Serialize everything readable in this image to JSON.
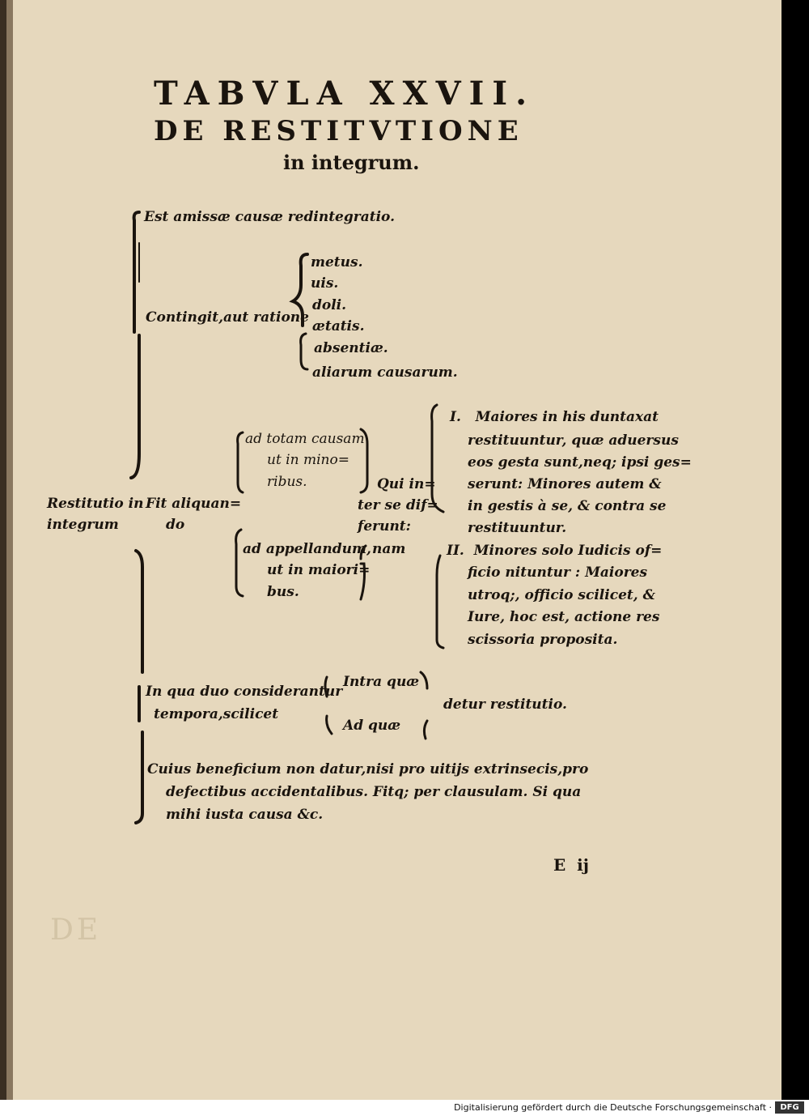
{
  "header": {
    "title": "TABVLA XXVII.",
    "subtitle": "DE RESTITVTIONE",
    "subtitle2": "in integrum."
  },
  "table": {
    "root_line1": "Restitutio in",
    "root_line2": "integrum",
    "definition": "Est amissæ causæ redintegratio.",
    "contingit": "Contingit,aut ratione",
    "causes": [
      "metus.",
      "uis.",
      "doli.",
      "ætatis.",
      "absentiæ.",
      "aliarum causarum."
    ],
    "fit_line1": "Fit aliquan=",
    "fit_line2": "do",
    "totam": [
      "ad totam causam",
      "ut in mino=",
      "ribus."
    ],
    "appellandum": [
      "ad appellandum,",
      "ut in maiori=",
      "bus."
    ],
    "differunt": [
      "Qui in=",
      "ter se dif=",
      "ferunt:",
      "nam"
    ],
    "point1": [
      "I.   Maiores in his duntaxat",
      "restituuntur, quæ aduersus",
      "eos gesta sunt,neq; ipsi ges=",
      "serunt: Minores autem &",
      "in gestis à se, & contra se",
      "restituuntur."
    ],
    "point2": [
      "II.  Minores solo Iudicis of=",
      "ficio nituntur : Maiores",
      "utroq;, officio scilicet, &",
      "Iure, hoc est, actione res",
      "scissoria proposita."
    ],
    "in_qua_line1": "In qua duo considerantur",
    "in_qua_line2": "tempora,scilicet",
    "intra": "Intra quæ",
    "ad_quae": "Ad quæ",
    "detur": "detur restitutio.",
    "cuius": [
      "Cuius beneficium non datur,nisi pro uitijs extrinsecis,pro",
      "defectibus accidentalibus. Fitq; per clausulam. Si qua",
      "mihi iusta causa &c."
    ]
  },
  "signature": "E  ij",
  "show_through": "DE",
  "footer_text": "Digitalisierung gefördert durch die Deutsche Forschungsgemeinschaft ·",
  "footer_logo": "DFG"
}
